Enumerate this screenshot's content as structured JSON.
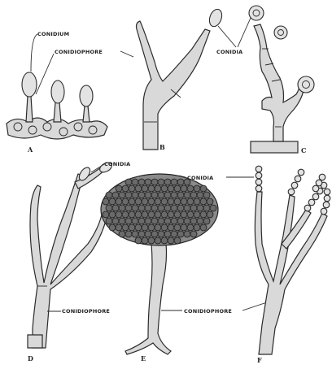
{
  "figure": {
    "panels": [
      {
        "id": "A",
        "tag": "A"
      },
      {
        "id": "B",
        "tag": "B"
      },
      {
        "id": "C",
        "tag": "C"
      },
      {
        "id": "D",
        "tag": "D"
      },
      {
        "id": "E",
        "tag": "E"
      },
      {
        "id": "F",
        "tag": "F"
      }
    ],
    "labels": {
      "conidium": "CONIDIUM",
      "conidiophore_top": "CONIDIOPHORE",
      "conidia_top": "CONIDIA",
      "conidia_d": "CONIDIA",
      "conidia_e": "CONIDIA",
      "conidiophore_d": "CONIDIOPHORE",
      "conidiophore_e": "CONIDIOPHORE"
    }
  }
}
